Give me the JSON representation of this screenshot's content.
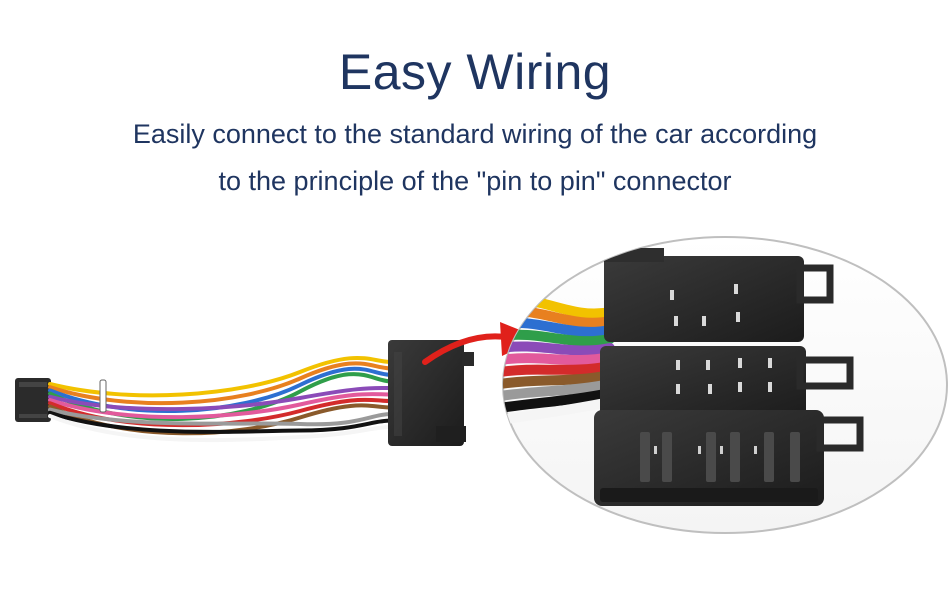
{
  "heading": {
    "title": "Easy Wiring",
    "subtitle_line1": "Easily connect to the standard wiring of the car according",
    "subtitle_line2": "to the principle of the \"pin to pin\" connector"
  },
  "illustration": {
    "wire_colors": [
      "#f2c200",
      "#e8801f",
      "#2d6fd1",
      "#2f9e4a",
      "#8b4bb8",
      "#e25a9c",
      "#d32b2b",
      "#8a5a2b",
      "#9a9a9a",
      "#111111",
      "#f5f5f5"
    ],
    "connector_color": "#2a2a2a",
    "arrow_color": "#e0211b",
    "lens_border_color": "#bfbfbf"
  }
}
